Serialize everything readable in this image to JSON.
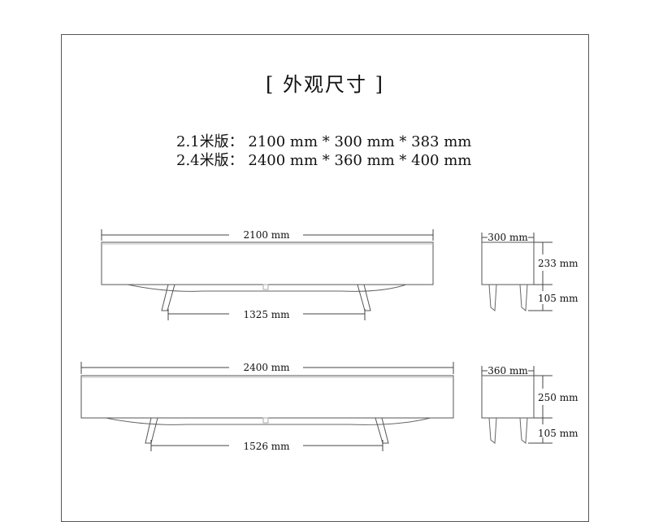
{
  "title": "[   外观尺寸   ]",
  "specs": [
    {
      "label": "2.1米版：",
      "value": "2100 mm * 300 mm * 383 mm"
    },
    {
      "label": "2.4米版：",
      "value": "2400 mm * 360 mm * 400 mm"
    }
  ],
  "views": {
    "v21": {
      "length": "2100 mm",
      "leg_span": "1325 mm",
      "depth": "300 mm",
      "body_h": "233 mm",
      "leg_h": "105 mm"
    },
    "v24": {
      "length": "2400 mm",
      "leg_span": "1526 mm",
      "depth": "360 mm",
      "body_h": "250 mm",
      "leg_h": "105 mm"
    }
  }
}
